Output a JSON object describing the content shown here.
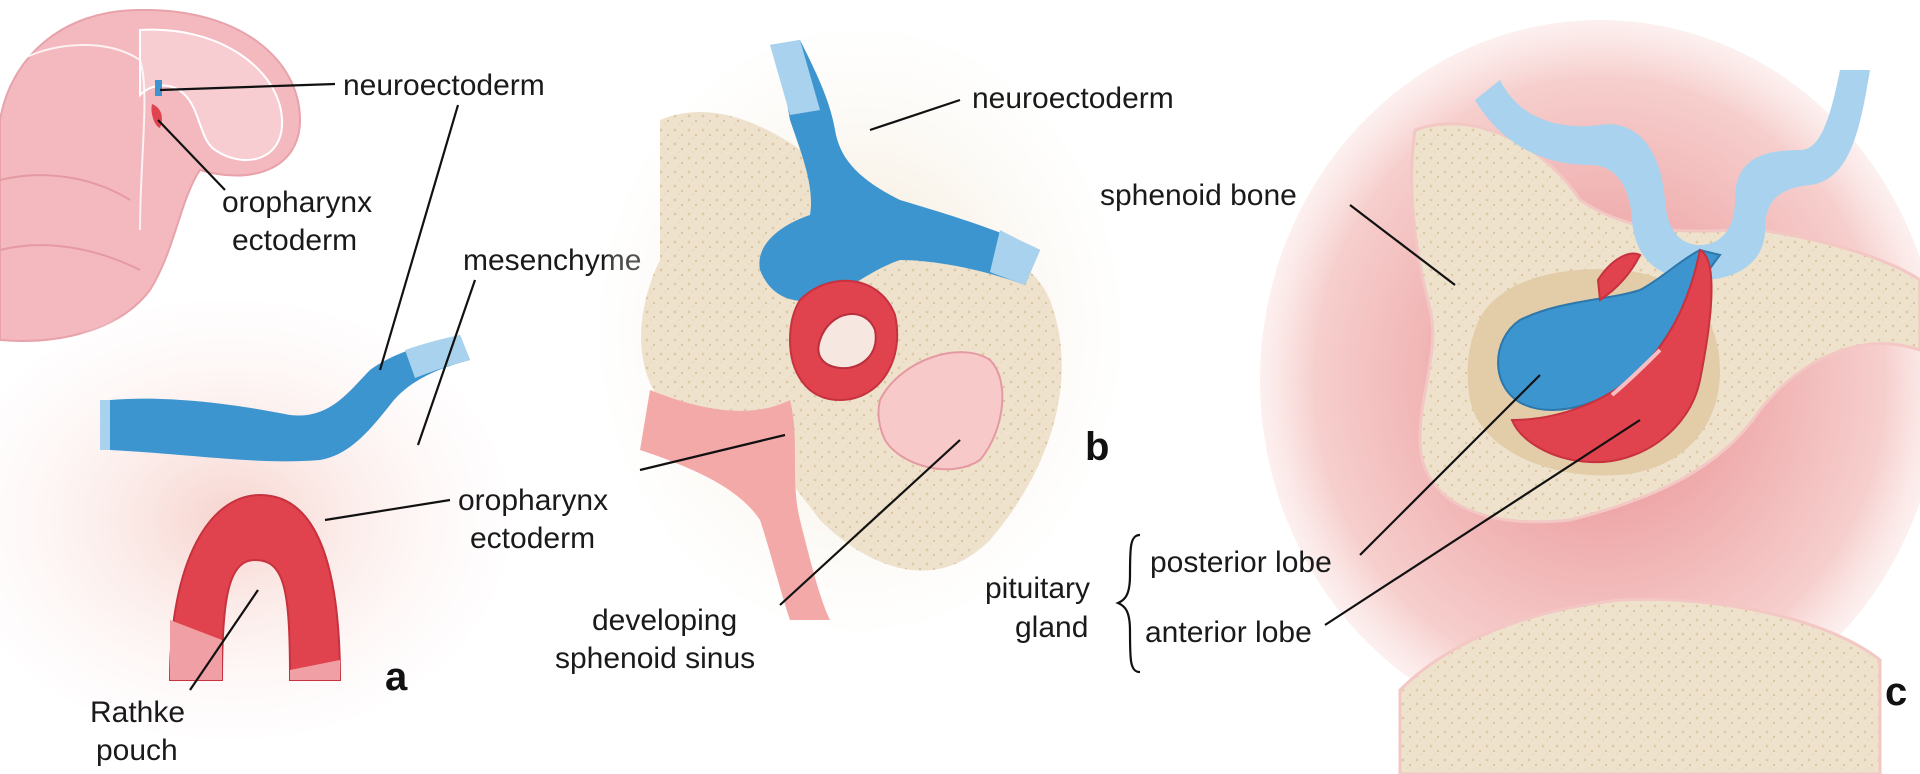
{
  "panels": {
    "a": {
      "letter": "a",
      "labels": {
        "neuroectoderm": "neuroectoderm",
        "oropharynx_ectoderm_small_1": "oropharynx",
        "oropharynx_ectoderm_small_2": "ectoderm",
        "mesenchyme": "mesenchyme",
        "oropharynx_ectoderm_1": "oropharynx",
        "oropharynx_ectoderm_2": "ectoderm",
        "rathke_pouch_1": "Rathke",
        "rathke_pouch_2": "pouch"
      }
    },
    "b": {
      "letter": "b",
      "labels": {
        "neuroectoderm": "neuroectoderm",
        "developing_sphenoid_sinus_1": "developing",
        "developing_sphenoid_sinus_2": "sphenoid sinus"
      }
    },
    "c": {
      "letter": "c",
      "labels": {
        "sphenoid_bone": "sphenoid bone",
        "pituitary_gland_1": "pituitary",
        "pituitary_gland_2": "gland",
        "posterior_lobe": "posterior lobe",
        "anterior_lobe": "anterior lobe"
      }
    }
  },
  "colors": {
    "neuroectoderm_blue": "#3d95cf",
    "light_blue": "#a9d2ee",
    "ectoderm_red": "#e0424e",
    "tissue_pink": "#f3c7c4",
    "bone_beige": "#efe2cc",
    "deep_pink": "#e57e84"
  }
}
